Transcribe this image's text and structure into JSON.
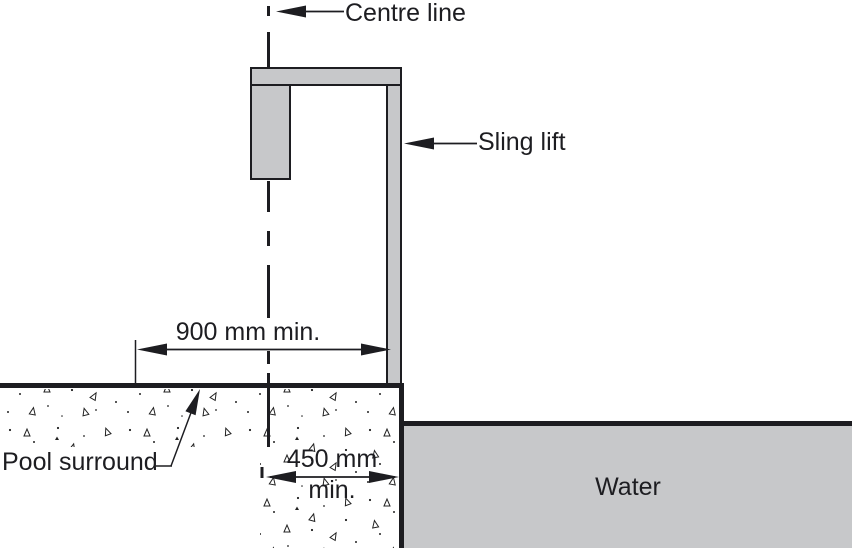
{
  "diagram": {
    "annotations": {
      "centre_line": "Centre line",
      "sling_lift": "Sling lift",
      "pool_surround": "Pool surround",
      "water": "Water"
    },
    "dimensions": {
      "lift_to_reference": "900 mm min.",
      "centre_to_edge_value": "450 mm",
      "centre_to_edge_suffix": "min."
    },
    "colors": {
      "shape_fill": "#c7c8ca",
      "line": "#1d1d21",
      "background": "#ffffff"
    }
  }
}
